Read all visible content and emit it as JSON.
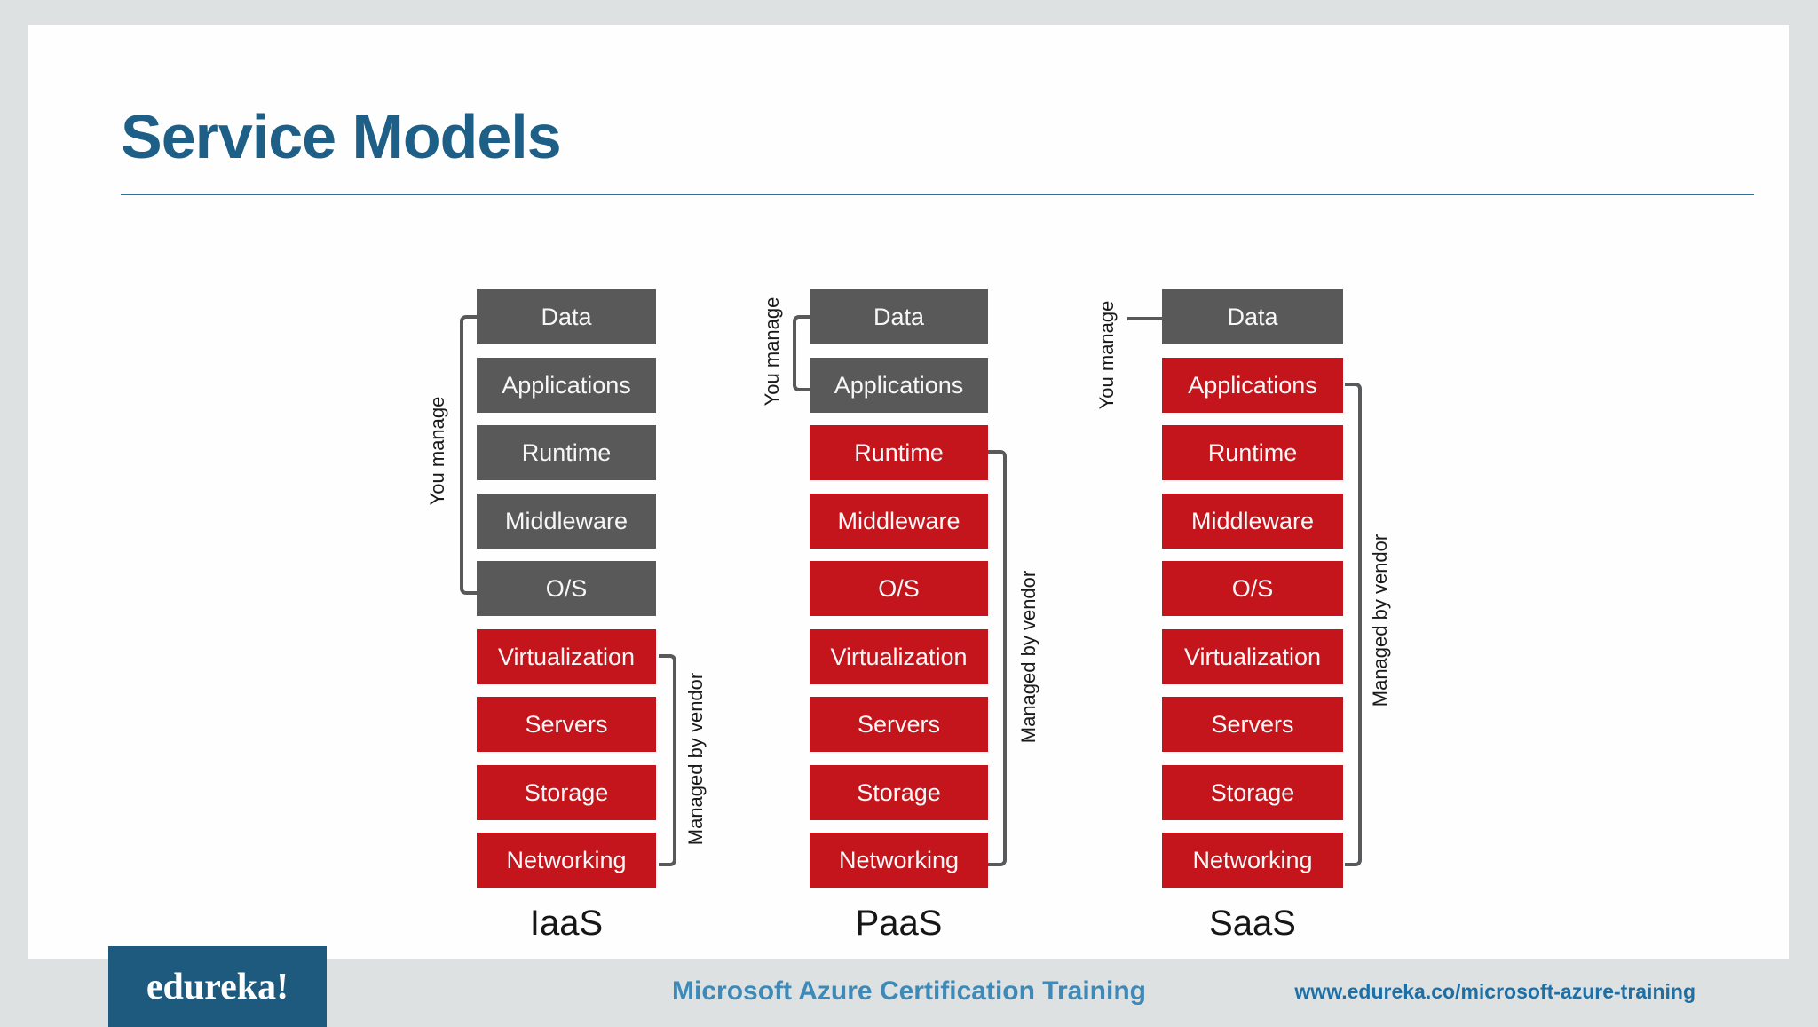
{
  "palette": {
    "background": "#dde1e1",
    "slide": "#fefefe",
    "title_blue": "#1d5f87",
    "rule_blue": "#2f6f96",
    "box_gray": "#595959",
    "box_red": "#c4151c",
    "bracket_gray": "#58595b",
    "logo_navy": "#1d5a7d",
    "footer_blue": "#3d89b8",
    "url_blue": "#1d6fa5"
  },
  "title": "Service Models",
  "diagram": {
    "columns": [
      {
        "name": "IaaS",
        "you_manage_label": "You manage",
        "vendor_label": "Managed by vendor",
        "layers": [
          {
            "label": "Data",
            "tone": "gray"
          },
          {
            "label": "Applications",
            "tone": "gray"
          },
          {
            "label": "Runtime",
            "tone": "gray"
          },
          {
            "label": "Middleware",
            "tone": "gray"
          },
          {
            "label": "O/S",
            "tone": "gray"
          },
          {
            "label": "Virtualization",
            "tone": "red"
          },
          {
            "label": "Servers",
            "tone": "red"
          },
          {
            "label": "Storage",
            "tone": "red"
          },
          {
            "label": "Networking",
            "tone": "red"
          }
        ]
      },
      {
        "name": "PaaS",
        "you_manage_label": "You manage",
        "vendor_label": "Managed by vendor",
        "layers": [
          {
            "label": "Data",
            "tone": "gray"
          },
          {
            "label": "Applications",
            "tone": "gray"
          },
          {
            "label": "Runtime",
            "tone": "red"
          },
          {
            "label": "Middleware",
            "tone": "red"
          },
          {
            "label": "O/S",
            "tone": "red"
          },
          {
            "label": "Virtualization",
            "tone": "red"
          },
          {
            "label": "Servers",
            "tone": "red"
          },
          {
            "label": "Storage",
            "tone": "red"
          },
          {
            "label": "Networking",
            "tone": "red"
          }
        ]
      },
      {
        "name": "SaaS",
        "you_manage_label": "You manage",
        "vendor_label": "Managed by vendor",
        "layers": [
          {
            "label": "Data",
            "tone": "gray"
          },
          {
            "label": "Applications",
            "tone": "red"
          },
          {
            "label": "Runtime",
            "tone": "red"
          },
          {
            "label": "Middleware",
            "tone": "red"
          },
          {
            "label": "O/S",
            "tone": "red"
          },
          {
            "label": "Virtualization",
            "tone": "red"
          },
          {
            "label": "Servers",
            "tone": "red"
          },
          {
            "label": "Storage",
            "tone": "red"
          },
          {
            "label": "Networking",
            "tone": "red"
          }
        ]
      }
    ]
  },
  "footer": {
    "logo": "edureka!",
    "course": "Microsoft Azure Certification Training",
    "url": "www.edureka.co/microsoft-azure-training"
  }
}
